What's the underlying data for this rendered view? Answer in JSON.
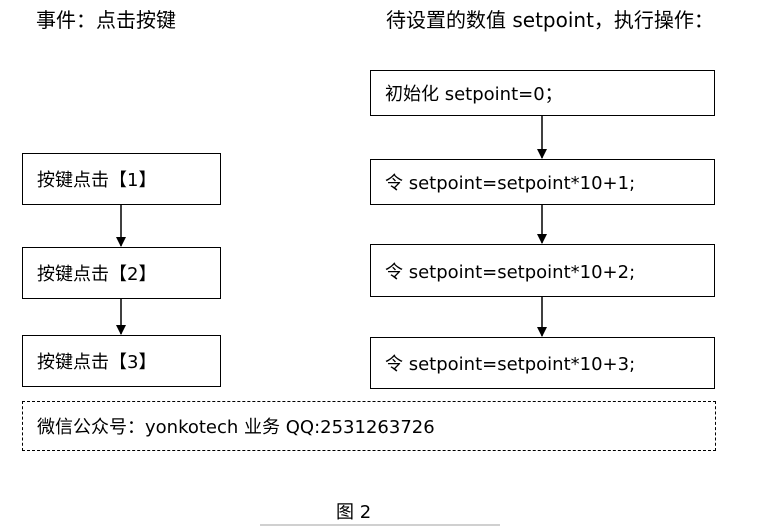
{
  "left_heading": "事件：点击按键",
  "right_heading": "待设置的数值 setpoint，执行操作：",
  "left_boxes": [
    "按键点击【1】",
    "按键点击【2】",
    "按键点击【3】"
  ],
  "right_boxes": [
    "初始化 setpoint=0；",
    "令 setpoint=setpoint*10+1;",
    "令 setpoint=setpoint*10+2;",
    "令 setpoint=setpoint*10+3;"
  ],
  "contact_note": "微信公众号：yonkotech  业务 QQ:2531263726",
  "figure_caption": "图  2"
}
